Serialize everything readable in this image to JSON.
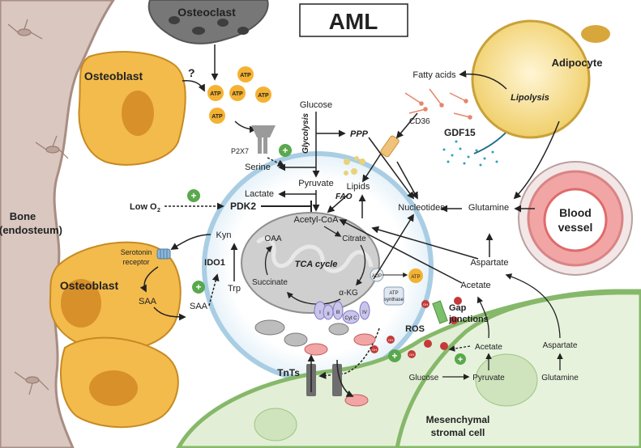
{
  "title": "AML",
  "cells": {
    "osteoclast": "Osteoclast",
    "osteoblast_top": "Osteoblast",
    "osteoblast_bottom": "Osteoblast",
    "adipocyte": "Adipocyte",
    "blood_vessel_1": "Blood",
    "blood_vessel_2": "vessel",
    "bone_1": "Bone",
    "bone_2": "(endosteum)",
    "msc_1": "Mesenchymal",
    "msc_2": "stromal cell"
  },
  "labels": {
    "question": "?",
    "atp": "ATP",
    "glucose": "Glucose",
    "glycolysis": "Glycolysis",
    "ppp": "PPP",
    "p2x7": "P2X7",
    "serine": "Serine",
    "pyruvate": "Pyruvate",
    "lactate": "Lactate",
    "low_o2": "Low O",
    "o2_sub": "2",
    "pdk2": "PDK2",
    "acetyl_coa": "Acetyl-CoA",
    "fao": "FAO",
    "lipids": "Lipids",
    "nucleotides": "Nucleotides",
    "glutamine": "Glutamine",
    "fatty_acids": "Fatty acids",
    "cd36": "CD36",
    "gdf15": "GDF15",
    "lipolysis": "Lipolysis",
    "oaa": "OAA",
    "citrate": "Citrate",
    "tca_cycle": "TCA cycle",
    "succinate": "Succinate",
    "akg": "α-KG",
    "adp": "ADP",
    "atp_small": "ATP",
    "atp_synthase_1": "ATP",
    "atp_synthase_2": "synthase",
    "complex_i": "I",
    "complex_ii": "II",
    "complex_iii": "III",
    "cyt_c": "Cyt C",
    "complex_iv": "IV",
    "kyn": "Kyn",
    "ido1": "IDO1",
    "trp": "Trp",
    "serotonin_1": "Serotonin",
    "serotonin_2": "receptor",
    "saa_in": "SAA",
    "saa_out": "SAA",
    "aspartate_up": "Aspartate",
    "acetate_up": "Acetate",
    "ros": "ROS",
    "oh": "OH",
    "gap_1": "Gap",
    "gap_2": "junctions",
    "tnts": "TnTs",
    "msc_glucose": "Glucose",
    "msc_pyruvate": "Pyruvate",
    "msc_acetate": "Acetate",
    "msc_aspartate": "Aspartate",
    "msc_glutamine": "Glutamine"
  },
  "colors": {
    "osteoblast": "#f3bb4c",
    "osteoblast_nucleus": "#d8902a",
    "bone": "#d9c7c0",
    "osteoclast": "#6f6f6f",
    "atp": "#f4b233",
    "aml_cell_edge": "#a9cde3",
    "aml_cell_fill": "#e9f3f9",
    "mitochondrion": "#c9c9c9",
    "adipocyte": "#f5d77e",
    "vessel": "#f2a5a5",
    "msc": "#e2efd6",
    "msc_edge": "#86b86a",
    "plus": "#5aa84d",
    "oh": "#c43a3a",
    "gdf15": "#2f9fb8"
  }
}
